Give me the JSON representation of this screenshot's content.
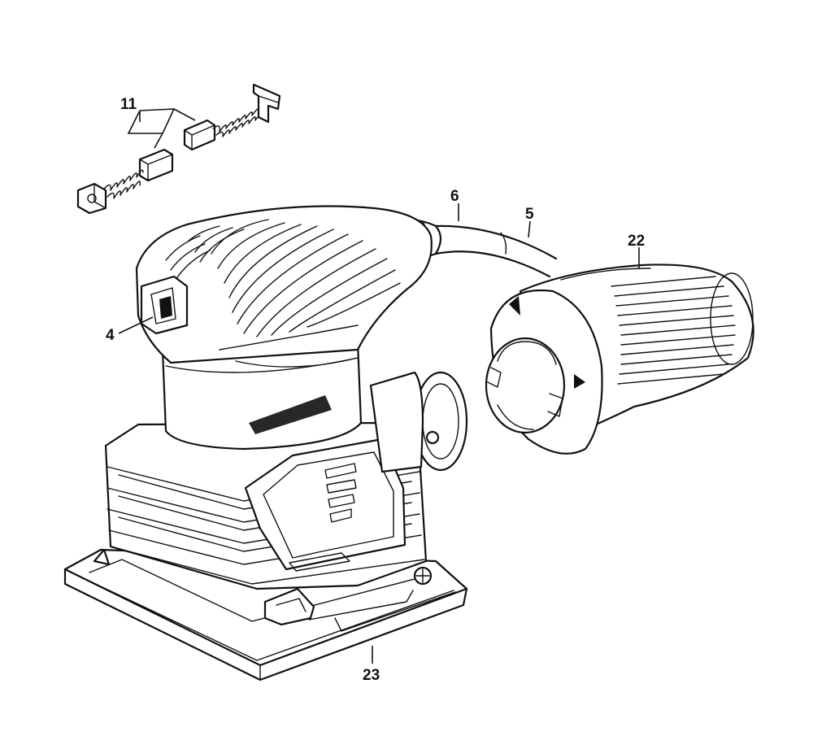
{
  "callouts": {
    "brushes": "11",
    "cord_guard": "6",
    "power_cord": "5",
    "dust_canister": "22",
    "switch": "4",
    "base_pad": "23"
  }
}
